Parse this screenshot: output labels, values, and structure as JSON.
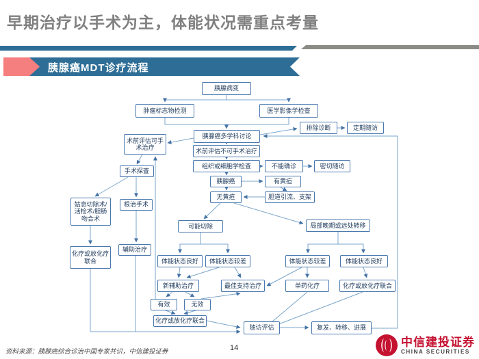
{
  "slide": {
    "title": "早期治疗以手术为主，体能状况需重点考量",
    "banner_title": "胰腺癌MDT诊疗流程",
    "source_note": "资料来源：胰腺癌综合诊治中国专家共识，中信建投证券",
    "page_number": "14",
    "logo": {
      "name_cn": "中信建投证券",
      "name_en": "CHINA SECURITIES"
    }
  },
  "colors": {
    "title_gray": "#808080",
    "banner_blue": "#2e6e96",
    "banner_pink": "#f57e7e",
    "box_border_blue": "#4978ae",
    "connector_blue": "#7aa6cc",
    "logo_red": "#c41230"
  },
  "flow": {
    "nodes": {
      "lesion": "胰腺病变",
      "tumor_marker": "肿瘤标志物检测",
      "imaging": "医学影像学检查",
      "exclude_diag": "排除诊断",
      "regular_followup": "定期随访",
      "mdt": "胰腺癌多学科讨论",
      "preop_operable": "术前评估可手术治疗",
      "preop_inoperable": "术前评估不可手术治疗",
      "histology": "组织或细胞学检查",
      "unconfirmed": "不能确诊",
      "close_followup": "密切随访",
      "surgical_exploration": "手术探查",
      "pancreatic_cancer": "胰腺癌",
      "jaundice": "有黄疸",
      "no_jaundice": "无黄疸",
      "biliary_drainage": "胆道引流、支架",
      "palliative": "姑息切除术/活检术/胆肠吻合术",
      "radical_surgery": "根治手术",
      "possibly_resectable": "可能切除",
      "advanced_metastasis": "局部晚期或远处转移",
      "chemo_left": "化疗或放化疗联合",
      "adjuvant": "辅助治疗",
      "ps_good_left": "体能状态良好",
      "ps_poor_left": "体能状态较差",
      "ps_poor_right": "体能状态较差",
      "ps_good_right": "体能状态良好",
      "neoadjuvant": "新辅助治疗",
      "best_support": "最佳支持治疗",
      "mono_chemo": "单药化疗",
      "chemo_right": "化疗或放化疗联合",
      "effective": "有效",
      "ineffective": "无效",
      "chemo_bottom": "化疗或放化疗联合",
      "followup_eval": "随访评估",
      "recurrence": "复发、转移、进展"
    },
    "edges": [
      [
        "lesion",
        "tumor_marker"
      ],
      [
        "lesion",
        "imaging"
      ],
      [
        "tumor_marker",
        "mdt"
      ],
      [
        "imaging",
        "mdt"
      ],
      [
        "mdt",
        "exclude_diag"
      ],
      [
        "exclude_diag",
        "regular_followup"
      ],
      [
        "mdt",
        "preop_operable"
      ],
      [
        "mdt",
        "preop_inoperable"
      ],
      [
        "preop_inoperable",
        "histology"
      ],
      [
        "histology",
        "unconfirmed"
      ],
      [
        "unconfirmed",
        "close_followup"
      ],
      [
        "histology",
        "pancreatic_cancer"
      ],
      [
        "pancreatic_cancer",
        "jaundice"
      ],
      [
        "pancreatic_cancer",
        "no_jaundice"
      ],
      [
        "jaundice",
        "biliary_drainage"
      ],
      [
        "biliary_drainage",
        "no_jaundice"
      ],
      [
        "preop_operable",
        "surgical_exploration"
      ],
      [
        "surgical_exploration",
        "palliative"
      ],
      [
        "surgical_exploration",
        "radical_surgery"
      ],
      [
        "palliative",
        "chemo_left"
      ],
      [
        "radical_surgery",
        "adjuvant"
      ],
      [
        "no_jaundice",
        "possibly_resectable"
      ],
      [
        "no_jaundice",
        "advanced_metastasis"
      ],
      [
        "possibly_resectable",
        "ps_good_left"
      ],
      [
        "possibly_resectable",
        "ps_poor_left"
      ],
      [
        "advanced_metastasis",
        "ps_poor_right"
      ],
      [
        "advanced_metastasis",
        "ps_good_right"
      ],
      [
        "ps_good_left",
        "neoadjuvant"
      ],
      [
        "ps_poor_left",
        "neoadjuvant"
      ],
      [
        "ps_poor_left",
        "best_support"
      ],
      [
        "ps_poor_right",
        "best_support"
      ],
      [
        "ps_poor_right",
        "mono_chemo"
      ],
      [
        "ps_good_right",
        "chemo_right"
      ],
      [
        "neoadjuvant",
        "effective"
      ],
      [
        "neoadjuvant",
        "ineffective"
      ],
      [
        "effective",
        "preop_operable"
      ],
      [
        "effective",
        "chemo_bottom"
      ],
      [
        "ineffective",
        "chemo_bottom"
      ],
      [
        "ineffective",
        "best_support"
      ],
      [
        "chemo_bottom",
        "followup_eval"
      ],
      [
        "chemo_left",
        "followup_eval"
      ],
      [
        "adjuvant",
        "followup_eval"
      ],
      [
        "mono_chemo",
        "followup_eval"
      ],
      [
        "chemo_right",
        "followup_eval"
      ],
      [
        "followup_eval",
        "recurrence"
      ],
      [
        "recurrence",
        "mdt"
      ]
    ]
  }
}
